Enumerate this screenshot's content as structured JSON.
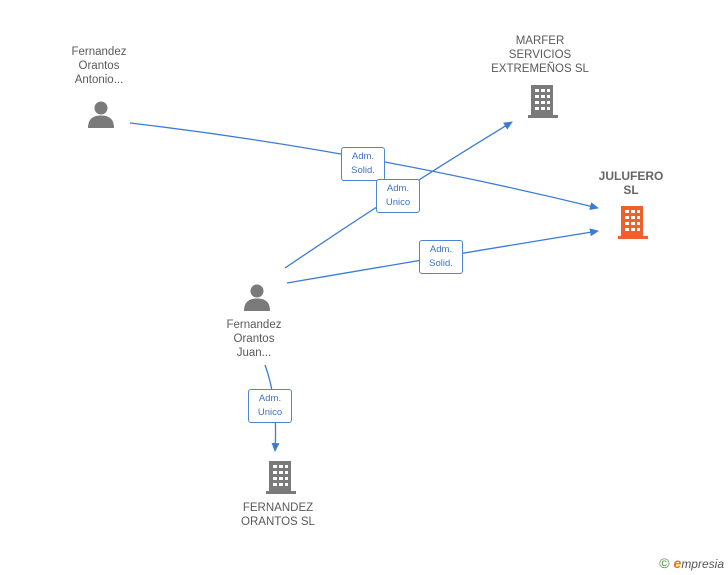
{
  "nodes": {
    "antonio": {
      "label": "Fernandez\nOrantos\nAntonio..."
    },
    "marfer": {
      "label": "MARFER\nSERVICIOS\nEXTREMEÑOS SL"
    },
    "julufero": {
      "label": "JULUFERO\nSL"
    },
    "juan": {
      "label": "Fernandez\nOrantos\nJuan..."
    },
    "fernandez_orantos": {
      "label": "FERNANDEZ\nORANTOS  SL"
    }
  },
  "edges": [
    {
      "from": "antonio",
      "to": "julufero",
      "label": "Adm.\nSolid."
    },
    {
      "from": "juan",
      "to": "marfer",
      "label": "Adm.\nUnico"
    },
    {
      "from": "juan",
      "to": "julufero",
      "label": "Adm.\nSolid."
    },
    {
      "from": "juan",
      "to": "fernandez_orantos",
      "label": "Adm.\nUnico"
    }
  ],
  "colors": {
    "edge": "#3a7bd5",
    "person_icon": "#7a7a7a",
    "company_icon": "#7a7a7a",
    "focus_company_icon": "#f0602a"
  },
  "footer": {
    "copyright": "©",
    "brand_first": "e",
    "brand_rest": "mpresia"
  }
}
